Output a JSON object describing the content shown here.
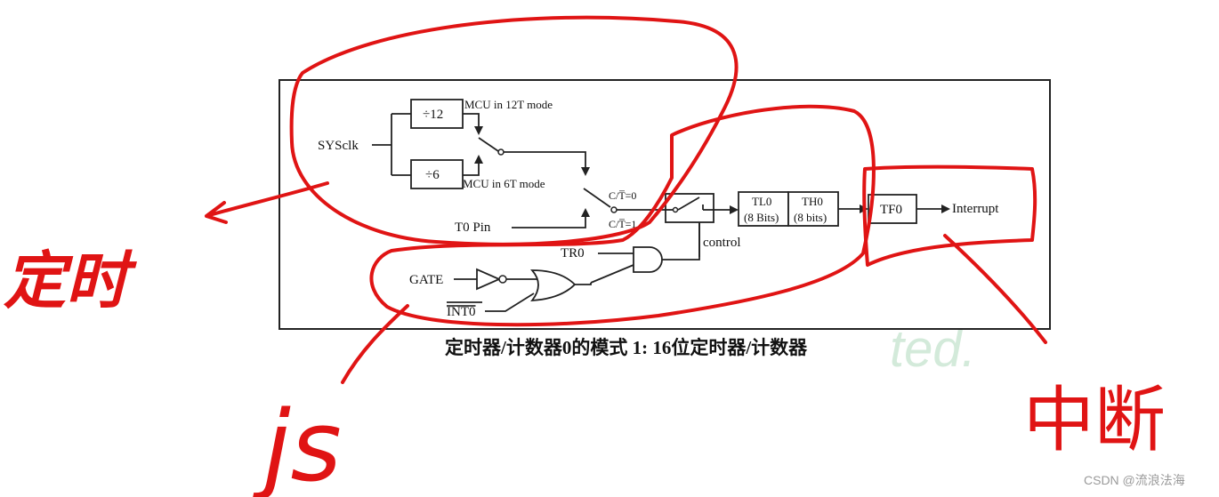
{
  "diagram": {
    "sysclk": "SYSclk",
    "div12": "÷12",
    "div6": "÷6",
    "mode12": "MCU in 12T mode",
    "mode6": "MCU in 6T mode",
    "t0pin": "T0 Pin",
    "ct0": "C/T̅=0",
    "ct1": "C/T̅=1",
    "control": "control",
    "tl0": "TL0",
    "tl0bits": "(8 Bits)",
    "th0": "TH0",
    "th0bits": "(8 bits)",
    "tf0": "TF0",
    "interrupt": "Interrupt",
    "tr0": "TR0",
    "gate": "GATE",
    "int0": "INT0"
  },
  "caption": "定时器/计数器0的模式 1: 16位定时器/计数器",
  "watermark": "ted.",
  "annotations": {
    "left": "定时",
    "bottom": "js",
    "right": "中断"
  },
  "credit": "CSDN @流浪法海",
  "colors": {
    "ink": "#e01414",
    "line": "#222222",
    "watermark": "#cfe8d6"
  }
}
